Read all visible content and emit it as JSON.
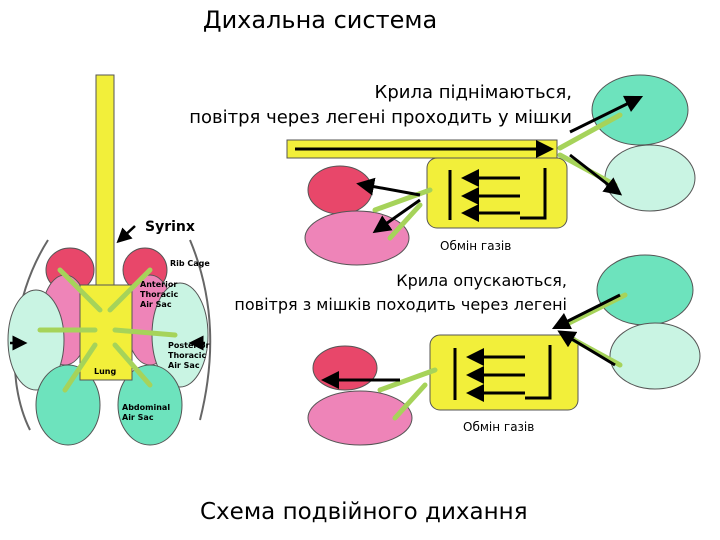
{
  "title": "Дихальна система",
  "panel_top": {
    "caption_line1": "Крила піднімаються,",
    "caption_line2": "повітря через легені проходить у мішки",
    "gas_exchange": "Обмін газів"
  },
  "panel_bottom": {
    "caption_line1": "Крила опускаються,",
    "caption_line2": "повітря з мішків походить через легені",
    "gas_exchange": "Обмін газів"
  },
  "anatomy": {
    "syrinx": "Syrinx",
    "rib_cage": "Rib Cage",
    "anterior_thoracic": [
      "Anterior",
      "Thoracic",
      "Air Sac"
    ],
    "posterior_thoracic": [
      "Posterior",
      "Thoracic",
      "Air Sac"
    ],
    "lung": "Lung",
    "abdominal": [
      "Abdominal",
      "Air Sac"
    ]
  },
  "footer": "Схема подвійного дихання",
  "colors": {
    "trachea_yellow": "#f2ef3a",
    "air_sac_pink": "#ee84b8",
    "air_sac_red": "#e8476a",
    "air_sac_teal": "#6de3bd",
    "air_sac_light": "#c9f4e3",
    "bronchi_green": "#a6d35a"
  }
}
